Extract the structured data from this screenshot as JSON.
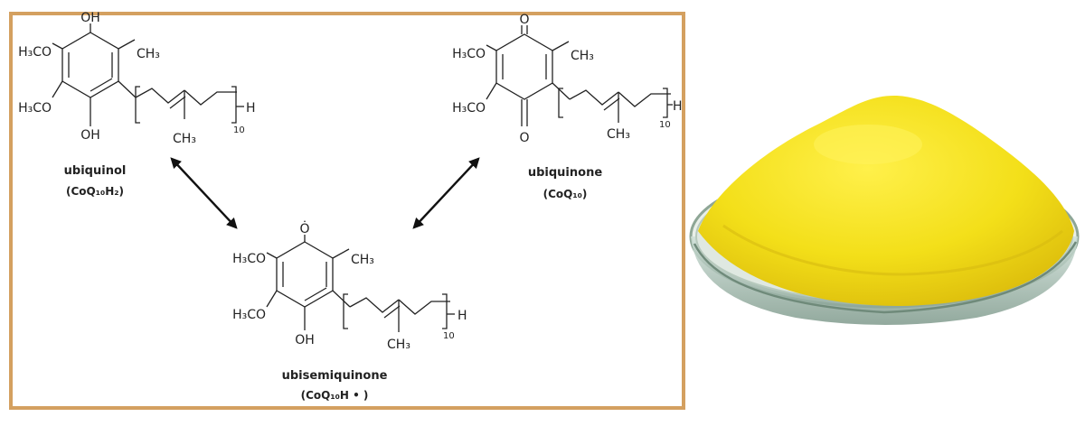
{
  "frame_color": "#d4a060",
  "powder_color": "#f3df19",
  "compounds": {
    "ubiquinol": {
      "name": "ubiquinol",
      "formula": "(CoQ₁₀H₂)",
      "top_group": "OH",
      "bottom_group": "OH"
    },
    "ubiquinone": {
      "name": "ubiquinone",
      "formula": "(CoQ₁₀)",
      "top_group": "O",
      "bottom_group": "O"
    },
    "ubisemiquinone": {
      "name": "ubisemiquinone",
      "formula": "(CoQ₁₀H • )",
      "top_group": "Ȯ",
      "bottom_group": "OH"
    }
  },
  "labels": {
    "methoxy": "H₃CO",
    "methyl": "CH₃",
    "methyl_chain": "CH₃",
    "terminal": "H",
    "repeat": "10"
  }
}
